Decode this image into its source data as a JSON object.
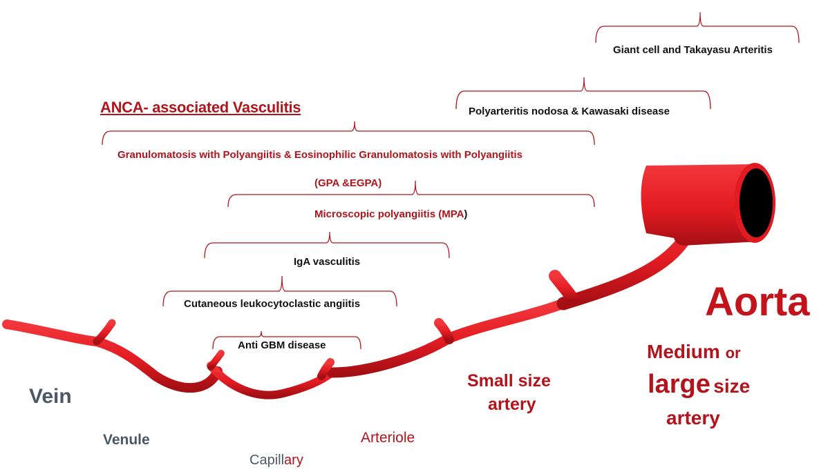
{
  "colors": {
    "vessel": "#e21b22",
    "vessel_dark": "#a50f14",
    "bracket": "#b3131b",
    "label_red": "#b3131b",
    "label_black": "#111111",
    "vein_gray": "#4a5866",
    "lumen": "#000000"
  },
  "diseases": {
    "giant_cell": "Giant cell and Takayasu  Arteritis",
    "polyarteritis": "Polyarteritis nodosa  &  Kawasaki disease",
    "anca_heading": "ANCA- associated Vasculitis",
    "gpa_line": "Granulomatosis  with Polyangiitis   & Eosinophilic  Granulomatosis  with Polyangiitis",
    "gpa_abbrev": "(GPA &EGPA)",
    "mpa_text": "Microscopic  polyangiitis  (MPA",
    "mpa_paren": ")",
    "iga": "IgA vasculitis",
    "cutaneous": "Cutaneous  leukocytoclastic  angiitis",
    "anti_gbm": "Anti GBM disease"
  },
  "vessels": {
    "aorta": "Aorta",
    "medium_word": "Medium",
    "or_word": "or",
    "large_word": "large",
    "size_word": "size",
    "artery_word": "artery",
    "small_size": "Small size",
    "small_artery": "artery",
    "arteriole": "Arteriole",
    "capillary_part1": "Capill",
    "capillary_part2": "ary",
    "venule": "Venule",
    "vein": "Vein"
  }
}
